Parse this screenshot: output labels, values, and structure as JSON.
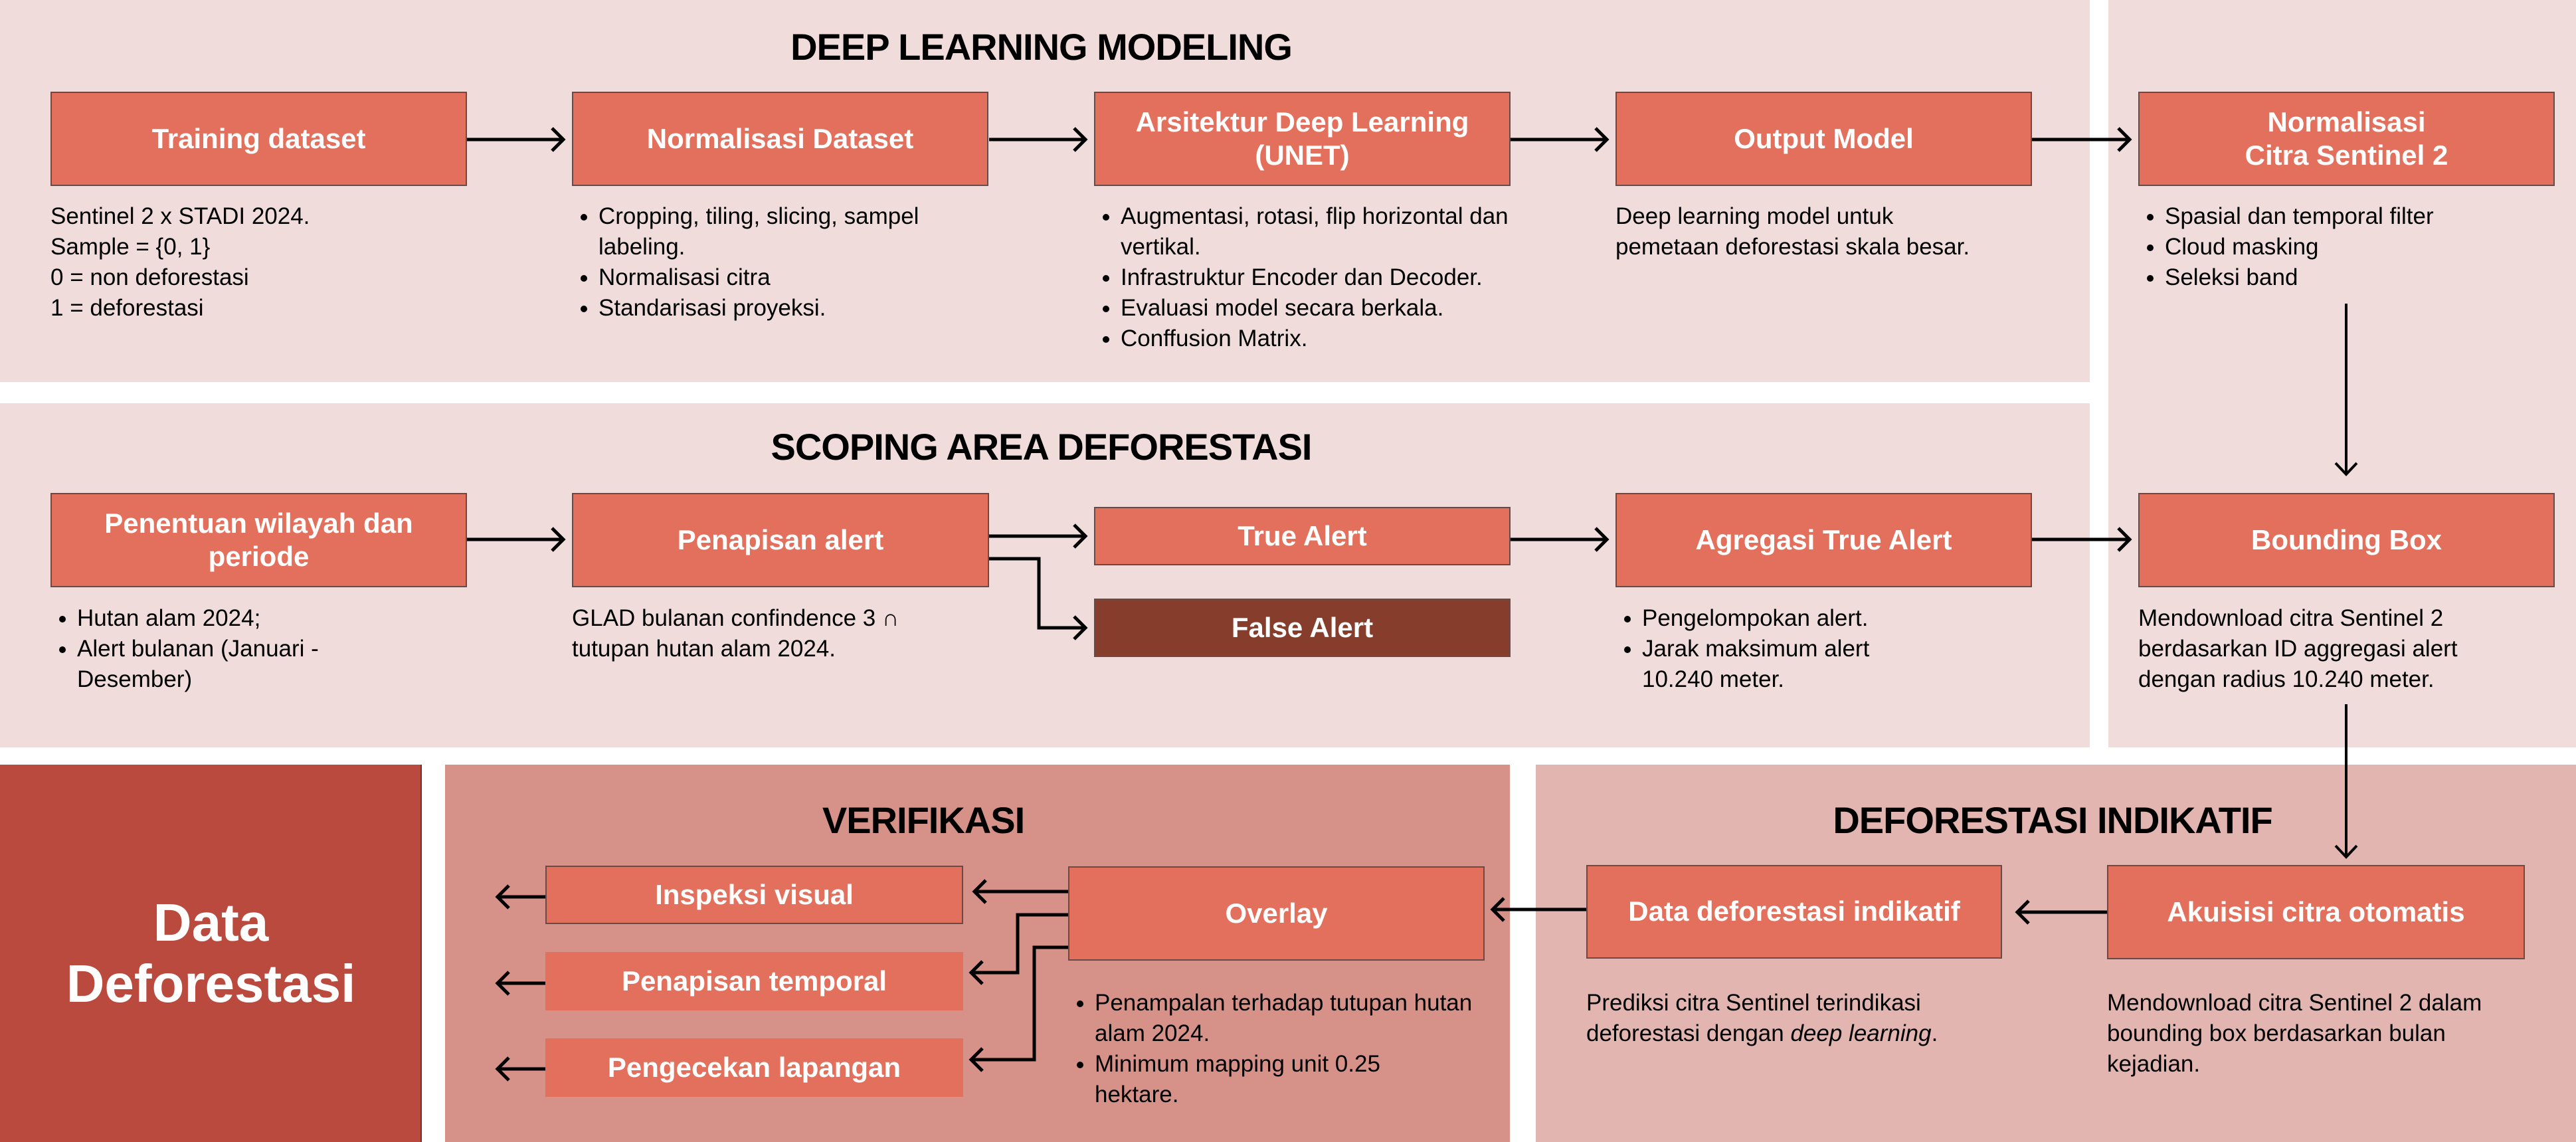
{
  "colors": {
    "panel_light": "#EFDCDB",
    "panel_verifikasi": "#D69189",
    "panel_indikatif": "#E3B5B0",
    "panel_data": "#BB4A3E",
    "box_fill": "#E2705C",
    "box_false_alert": "#873D2C",
    "text_dark": "#000000",
    "text_light": "#FFFFFF"
  },
  "deep_learning": {
    "title": "DEEP LEARNING MODELING",
    "steps": [
      {
        "label": "Training dataset",
        "desc_lines": [
          "Sentinel 2 x STADI 2024.",
          "Sample = {0, 1}",
          "0 = non deforestasi",
          "1 = deforestasi"
        ]
      },
      {
        "label": "Normalisasi Dataset",
        "bullets": [
          "Cropping, tiling, slicing, sampel labeling.",
          "Normalisasi citra",
          "Standarisasi proyeksi."
        ]
      },
      {
        "label": "Arsitektur Deep Learning (UNET)",
        "bullets": [
          "Augmentasi, rotasi, flip horizontal dan vertikal.",
          "Infrastruktur Encoder dan Decoder.",
          "Evaluasi model secara berkala.",
          "Conffusion Matrix."
        ]
      },
      {
        "label": "Output Model",
        "desc": "Deep learning model untuk pemetaan deforestasi skala besar."
      },
      {
        "label_line1": "Normalisasi",
        "label_line2": "Citra Sentinel 2",
        "bullets": [
          "Spasial dan temporal filter",
          "Cloud masking",
          "Seleksi band"
        ]
      }
    ]
  },
  "scoping": {
    "title": "SCOPING AREA DEFORESTASI",
    "steps": [
      {
        "label": "Penentuan wilayah dan periode",
        "bullets": [
          "Hutan alam 2024;",
          "Alert bulanan (Januari - Desember)"
        ]
      },
      {
        "label": "Penapisan alert",
        "desc": "GLAD bulanan confindence 3 ∩ tutupan hutan alam 2024."
      },
      {
        "label": "True Alert"
      },
      {
        "label": "False Alert"
      },
      {
        "label": "Agregasi True Alert",
        "bullets": [
          "Pengelompokan alert.",
          "Jarak maksimum alert 10.240 meter."
        ]
      },
      {
        "label": "Bounding Box",
        "desc": "Mendownload citra Sentinel 2 berdasarkan ID aggregasi alert dengan radius 10.240 meter."
      }
    ]
  },
  "data_deforestasi": {
    "line1": "Data",
    "line2": "Deforestasi"
  },
  "verifikasi": {
    "title": "VERIFIKASI",
    "methods": [
      "Inspeksi visual",
      "Penapisan temporal",
      "Pengecekan lapangan"
    ],
    "overlay": {
      "label": "Overlay",
      "bullets": [
        "Penampalan terhadap tutupan hutan alam 2024.",
        "Minimum mapping unit 0.25 hektare."
      ]
    }
  },
  "indikatif": {
    "title": "DEFORESTASI INDIKATIF",
    "data_box": {
      "label": "Data deforestasi indikatif",
      "desc_prefix": "Prediksi citra Sentinel terindikasi deforestasi dengan ",
      "desc_italic": "deep learning",
      "desc_suffix": "."
    },
    "akuisisi": {
      "label": "Akuisisi citra otomatis",
      "desc": "Mendownload citra Sentinel 2 dalam bounding box berdasarkan bulan kejadian."
    }
  }
}
